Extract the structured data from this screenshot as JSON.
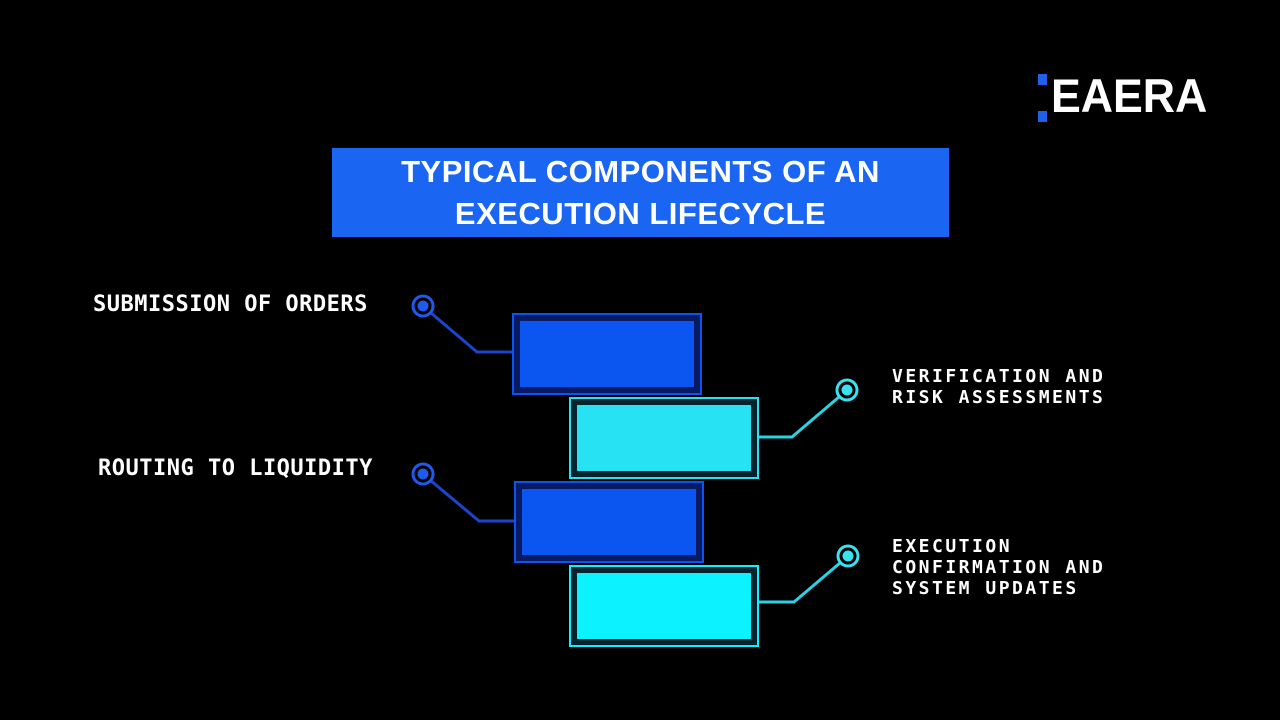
{
  "logo": {
    "text": "EAERA"
  },
  "title": {
    "lines": [
      "TYPICAL COMPONENTS OF AN",
      "EXECUTION LIFECYCLE"
    ],
    "full_text": "TYPICAL COMPONENTS OF AN EXECUTION LIFECYCLE"
  },
  "steps": [
    {
      "label": "SUBMISSION OF ORDERS",
      "lines": [
        "SUBMISSION OF ORDERS"
      ],
      "side": "left",
      "box_color": "blue"
    },
    {
      "label": "VERIFICATION AND RISK ASSESSMENTS",
      "lines": [
        "VERIFICATION AND",
        "RISK ASSESSMENTS"
      ],
      "side": "right",
      "box_color": "cyan"
    },
    {
      "label": "ROUTING TO LIQUIDITY",
      "lines": [
        "ROUTING TO LIQUIDITY"
      ],
      "side": "left",
      "box_color": "blue"
    },
    {
      "label": "EXECUTION CONFIRMATION AND SYSTEM UPDATES",
      "lines": [
        "EXECUTION",
        "CONFIRMATION AND",
        "SYSTEM UPDATES"
      ],
      "side": "right",
      "box_color": "bright-cyan"
    }
  ],
  "colors": {
    "background": "#000000",
    "banner-blue": "#1a66f2",
    "box-blue-fill": "#0b55f0",
    "box-blue-border": "#081a61",
    "box-cyan-fill": "#26e2f2",
    "box-cyan-border": "#07242e",
    "box-bright-cyan-fill": "#0cf2ff",
    "connector-blue": "#1c45cc",
    "connector-cyan": "#2bd2e2",
    "marker-blue": "#1e5aec",
    "marker-cyan": "#38e2f0",
    "logo-accent": "#2161e8",
    "text-white": "#ffffff"
  }
}
